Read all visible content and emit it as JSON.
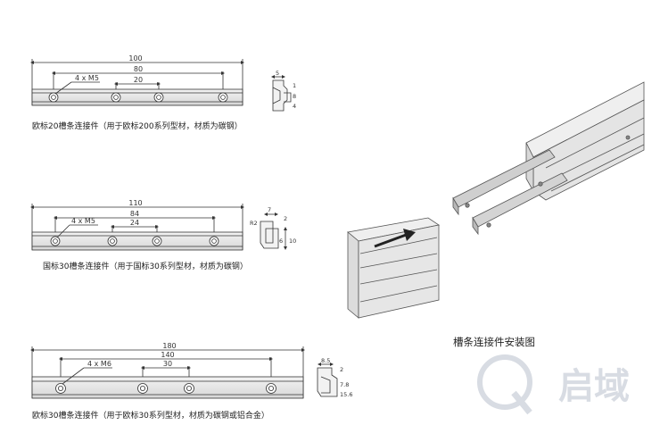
{
  "drawings": [
    {
      "caption": "欧标20槽条连接件（用于欧标200系列型材，材质为碳钢）",
      "dims": {
        "total": "100",
        "outer": "80",
        "inner": "20",
        "holes": "4 x M5"
      },
      "section": {
        "a": "5",
        "b": "1",
        "c": "8",
        "d": "4"
      }
    },
    {
      "caption": "国标30槽条连接件（用于国标30系列型材，材质为碳钢）",
      "dims": {
        "total": "110",
        "outer": "84",
        "inner": "24",
        "holes": "4 x M5"
      },
      "section": {
        "r": "R2",
        "a": "7",
        "b": "2",
        "c": "6",
        "d": "10"
      }
    },
    {
      "caption": "欧标30槽条连接件（用于欧标30系列型材，材质为碳钢或铝合金）",
      "dims": {
        "total": "180",
        "outer": "140",
        "inner": "30",
        "holes": "4 x M6"
      },
      "section": {
        "a": "8.5",
        "b": "2",
        "c": "7.8",
        "d": "15.6"
      }
    }
  ],
  "install_title": "槽条连接件安装图",
  "logo_text": "启域"
}
